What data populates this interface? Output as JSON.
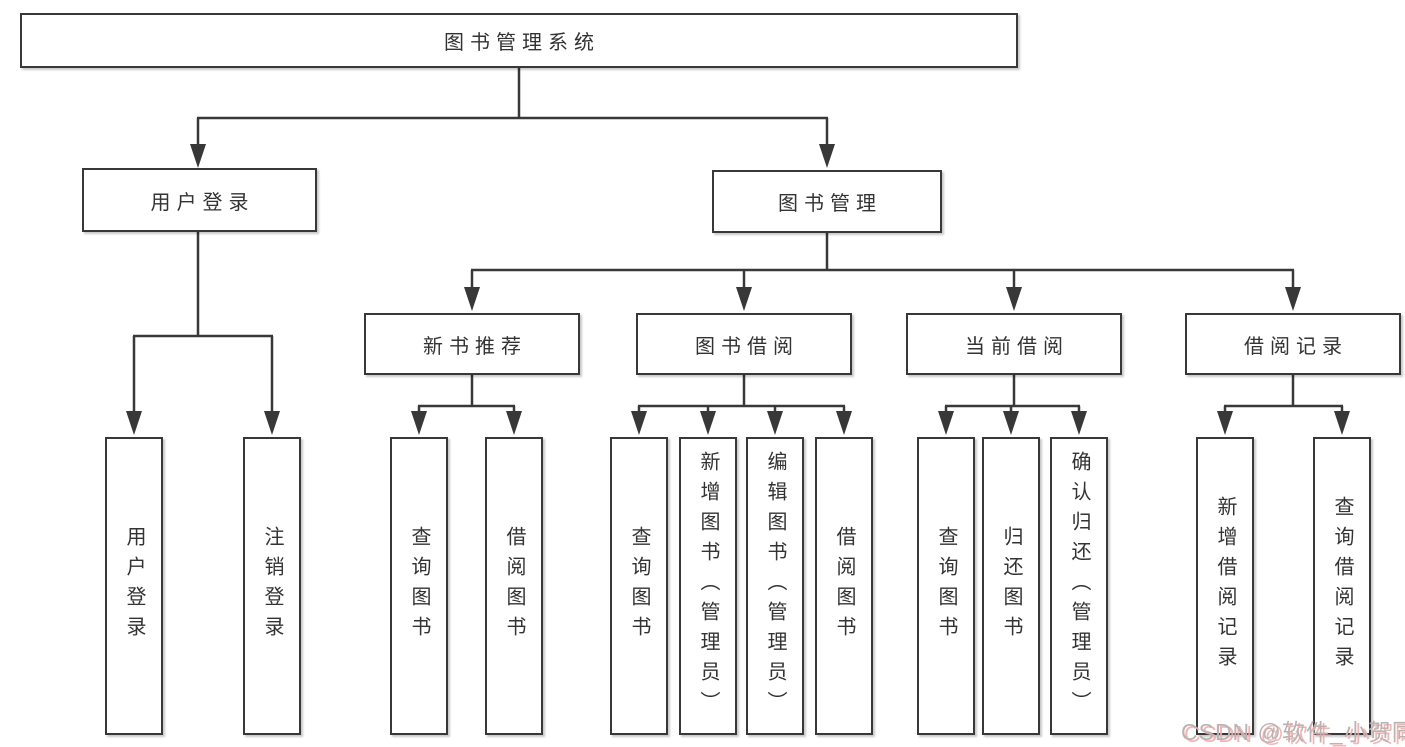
{
  "nodes": {
    "root": {
      "label": "图书管理系统"
    },
    "user_login_group": {
      "label": "用户登录",
      "children": [
        {
          "label": "用户登录"
        },
        {
          "label": "注销登录"
        }
      ]
    },
    "book_mgmt_group": {
      "label": "图书管理"
    },
    "new_books": {
      "label": "新书推荐",
      "children": [
        {
          "label": "查询图书"
        },
        {
          "label": "借阅图书"
        }
      ]
    },
    "borrowing": {
      "label": "图书借阅",
      "children": [
        {
          "label": "查询图书"
        },
        {
          "label": "新增图书（管理员）"
        },
        {
          "label": "编辑图书（管理员）"
        },
        {
          "label": "借阅图书"
        }
      ]
    },
    "current": {
      "label": "当前借阅",
      "children": [
        {
          "label": "查询图书"
        },
        {
          "label": "归还图书"
        },
        {
          "label": "确认归还（管理员）"
        }
      ]
    },
    "records": {
      "label": "借阅记录",
      "children": [
        {
          "label": "新增借阅记录"
        },
        {
          "label": "查询借阅记录"
        }
      ]
    }
  },
  "watermark": {
    "text": "CSDN @软件_小贺同学"
  },
  "colors": {
    "line": "#383838",
    "text": "#333333",
    "box_fill": "#ffffff",
    "watermark_gray": "#b5b5b5",
    "watermark_pink": "#f8aaaa"
  }
}
